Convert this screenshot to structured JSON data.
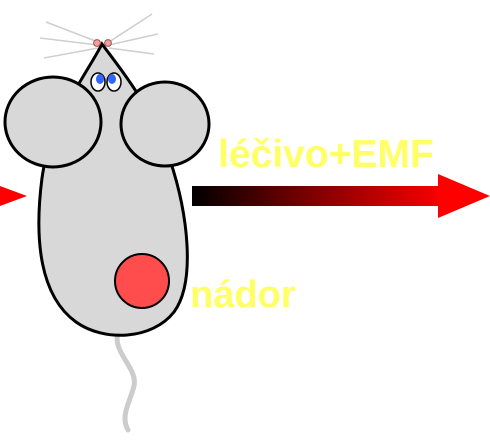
{
  "labels": {
    "arrow_label": "léčivo+EMF",
    "tumor_label": "nádor"
  },
  "colors": {
    "background": "#ffffff",
    "label_text": "#ffff66",
    "mouse_body": "#d8d8d8",
    "outline": "#000000",
    "tumor": "#ff4c4c",
    "eye": "#3366ff",
    "nose": "#f0a0a0",
    "whisker": "#d0d0d0",
    "tail": "#cccccc",
    "arrow_start": "#000000",
    "arrow_end": "#ff0000"
  },
  "icons": {
    "subject": "mouse-icon",
    "tumor": "tumor-circle",
    "treatment_arrow": "right-arrow-icon",
    "incoming_arrow": "right-arrow-icon"
  }
}
